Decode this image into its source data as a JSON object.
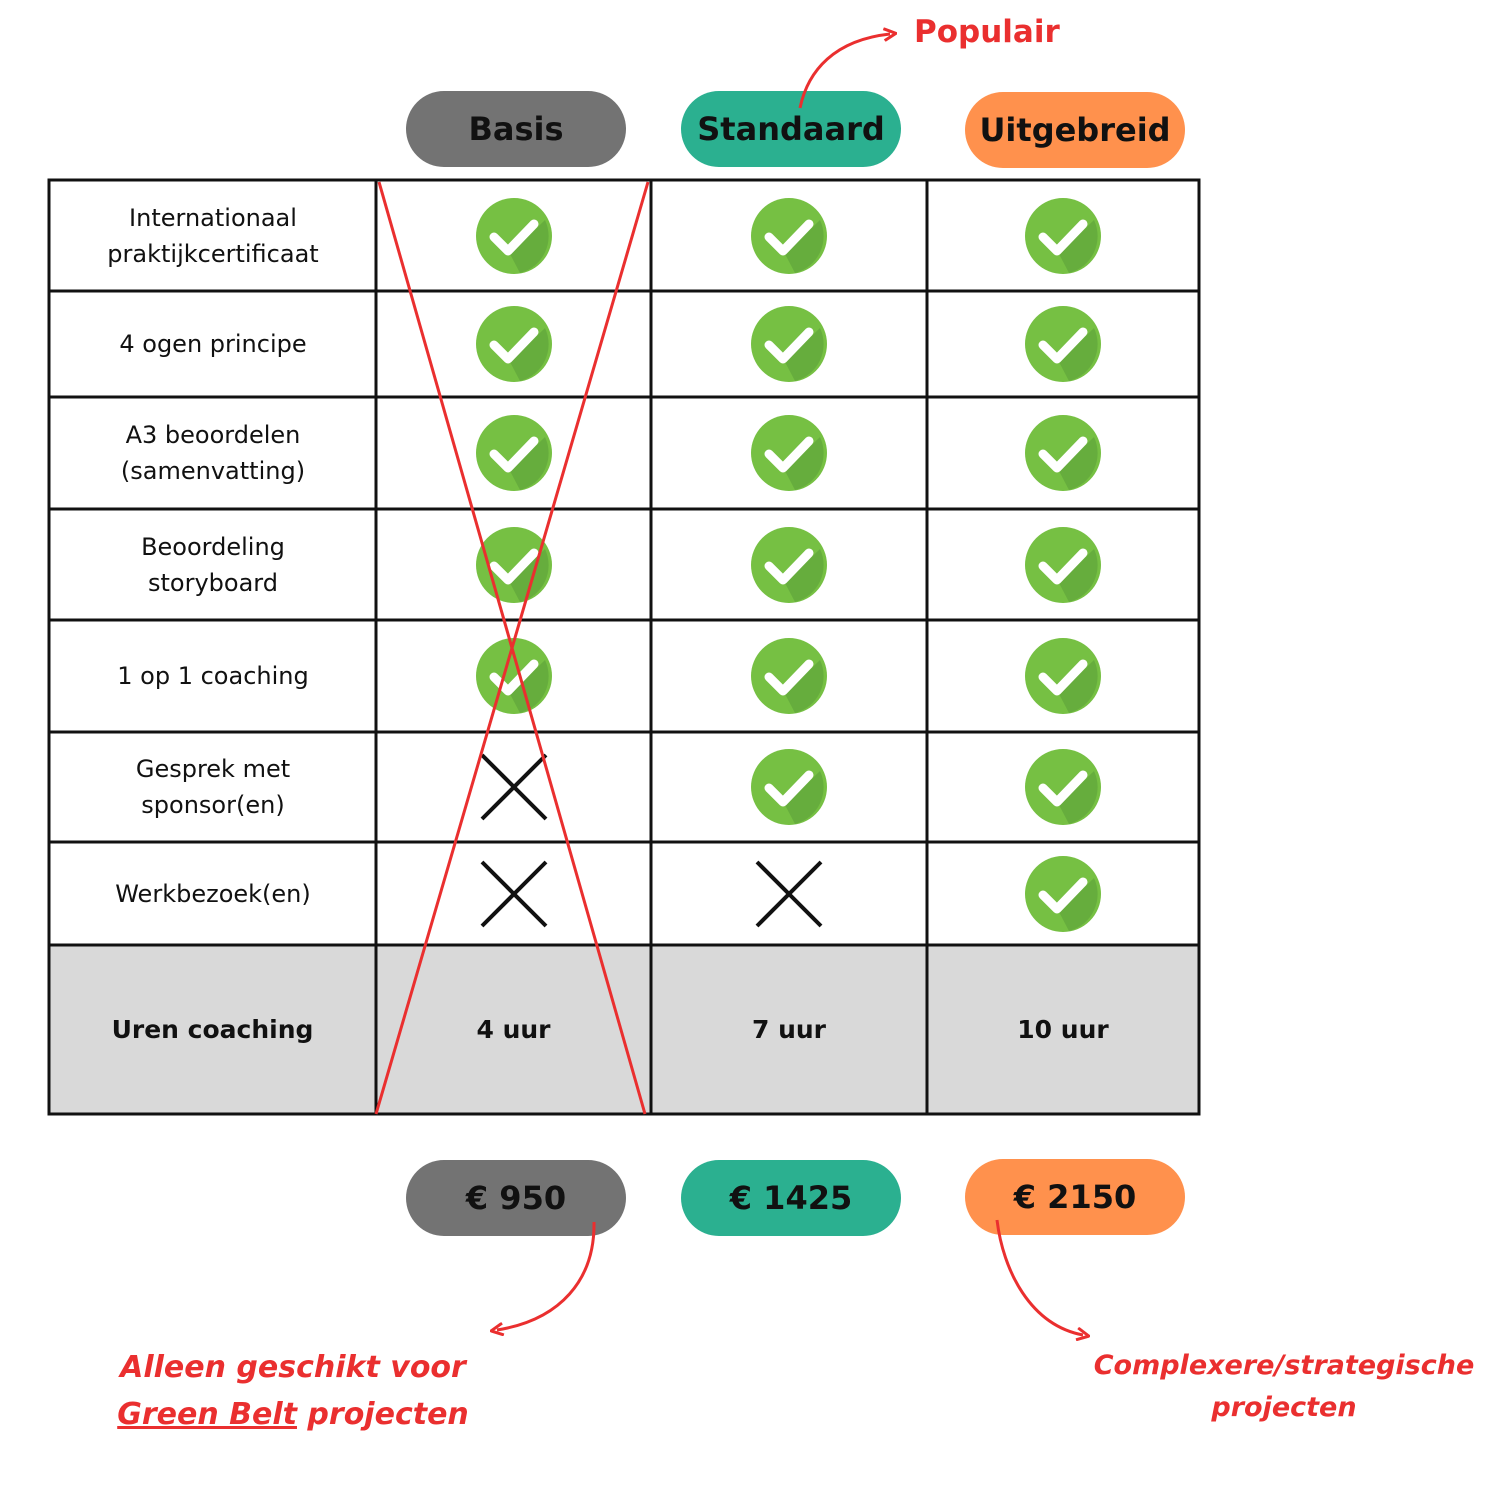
{
  "plans": [
    {
      "name": "Basis",
      "price": "€ 950",
      "color": "#737373"
    },
    {
      "name": "Standaard",
      "price": "€ 1425",
      "color": "#2bb090"
    },
    {
      "name": "Uitgebreid",
      "price": "€ 2150",
      "color": "#ff914d"
    }
  ],
  "popular_label": "Populair",
  "features": [
    {
      "label": "Internationaal praktijkcertificaat",
      "availability": [
        "check",
        "check",
        "check"
      ]
    },
    {
      "label": "4 ogen principe",
      "availability": [
        "check",
        "check",
        "check"
      ]
    },
    {
      "label": "A3 beoordelen (samenvatting)",
      "availability": [
        "check",
        "check",
        "check"
      ]
    },
    {
      "label": "Beoordeling storyboard",
      "availability": [
        "check",
        "check",
        "check"
      ]
    },
    {
      "label": "1 op 1 coaching",
      "availability": [
        "check",
        "check",
        "check"
      ]
    },
    {
      "label": "Gesprek met sponsor(en)",
      "availability": [
        "cross",
        "check",
        "check"
      ]
    },
    {
      "label": "Werkbezoek(en)",
      "availability": [
        "cross",
        "cross",
        "check"
      ]
    }
  ],
  "hours_row": {
    "label": "Uren coaching",
    "values": [
      "4 uur",
      "7 uur",
      "10 uur"
    ]
  },
  "notes": {
    "basis": {
      "line1": "Alleen geschikt voor",
      "underlined": "Green Belt",
      "rest": " projecten"
    },
    "uitgebreid": {
      "line1": "Complexere/strategische",
      "line2": "projecten"
    }
  },
  "colors": {
    "check_fill": "#76c043",
    "check_shadow": "#5fa53a",
    "accent_red": "#ea2f2f",
    "hours_row_bg": "#d9d9d9"
  },
  "basis_struck_out": true
}
